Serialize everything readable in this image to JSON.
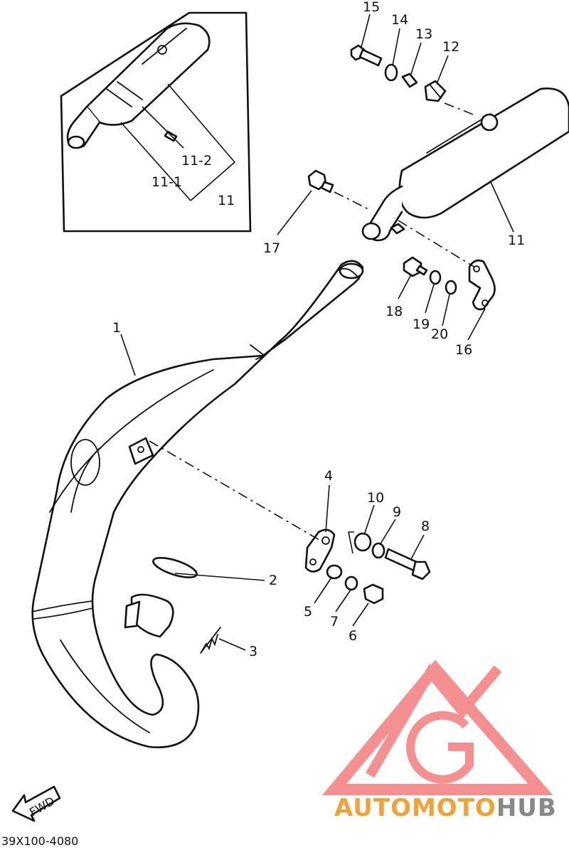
{
  "diagram_code": "39X100-4080",
  "fwd_label": "FWD",
  "watermark": {
    "part1": "AUTOMOTO",
    "part2": "HUB",
    "color_part1": "#f0a23a",
    "color_part2": "#888888",
    "logo_color": "#f26b6b"
  },
  "callouts": [
    "1",
    "2",
    "3",
    "4",
    "5",
    "6",
    "7",
    "8",
    "9",
    "10",
    "11",
    "11-1",
    "11-2",
    "12",
    "13",
    "14",
    "15",
    "16",
    "17",
    "18",
    "19",
    "20"
  ],
  "inset_callouts": [
    "11-2",
    "11-1",
    "11"
  ]
}
